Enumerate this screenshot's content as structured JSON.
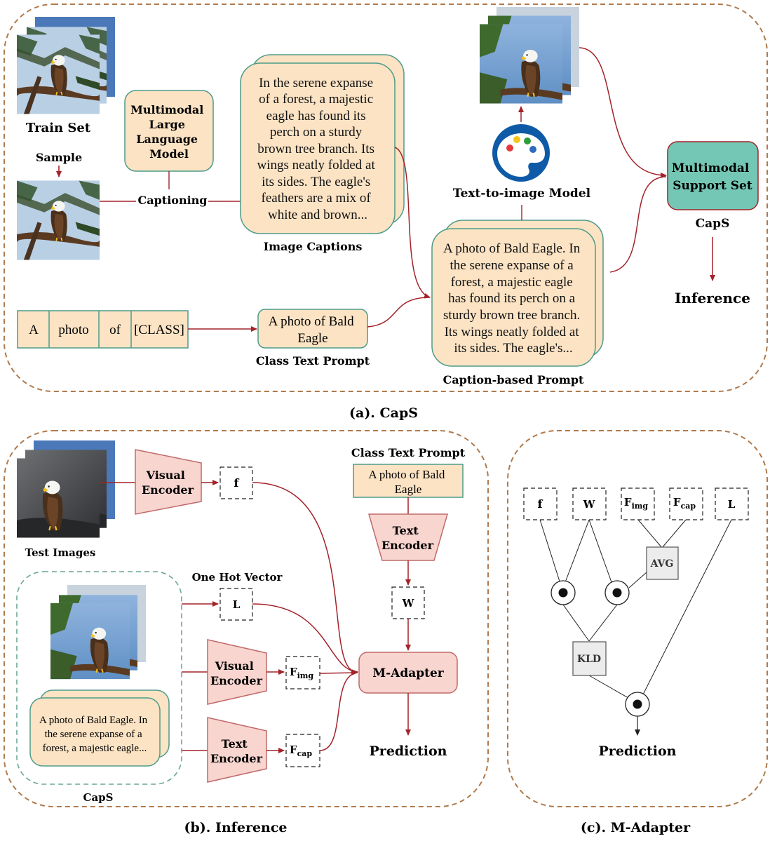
{
  "colors": {
    "dashed_frame": "#b07a4c",
    "arrow": "#a3232a",
    "peach_fill": "#fbe3c4",
    "teal_stroke": "#4d9c8a",
    "support_fill": "#74c7b4",
    "encoder_fill": "#f8d5cf",
    "encoder_stroke": "#c06a6a",
    "gray_box": "#ececec",
    "caps_dashed": "#6aa69a"
  },
  "panel_a": {
    "caption": "(a). CapS",
    "train_set": "Train Set",
    "sample": "Sample",
    "mllm": [
      "Multimodal",
      "Large",
      "Language",
      "Model"
    ],
    "captioning": "Captioning",
    "image_caption_text": [
      "In the serene expanse",
      "of a forest, a majestic",
      "eagle has found its",
      "perch on a sturdy",
      "brown tree branch. Its",
      "wings neatly folded at",
      "its sides. The eagle's",
      "feathers are a mix of",
      "white and brown..."
    ],
    "image_captions_label": "Image Captions",
    "template_tokens": [
      "A",
      "photo",
      "of",
      "[CLASS]"
    ],
    "class_prompt_text": [
      "A photo of Bald",
      "Eagle"
    ],
    "class_text_prompt_label": "Class Text Prompt",
    "t2i_model": "Text-to-image Model",
    "caption_prompt_text": [
      "A photo of Bald Eagle. In",
      "the serene expanse of a",
      "forest, a majestic eagle",
      "has found its perch on a",
      "sturdy brown tree branch.",
      "Its wings neatly folded at",
      "its sides. The eagle's..."
    ],
    "caption_based_prompt_label": "Caption-based Prompt",
    "support_set": [
      "Multimodal",
      "Support Set"
    ],
    "caps": "CapS",
    "inference": "Inference"
  },
  "panel_b": {
    "caption": "(b). Inference",
    "test_images": "Test Images",
    "visual_encoder": [
      "Visual",
      "Encoder"
    ],
    "f": "f",
    "class_text_prompt_label": "Class Text Prompt",
    "class_prompt_text": [
      "A photo of Bald",
      "Eagle"
    ],
    "text_encoder": [
      "Text",
      "Encoder"
    ],
    "w": "W",
    "one_hot_vector": "One Hot Vector",
    "l": "L",
    "f_img": "F",
    "f_img_sub": "img",
    "f_cap": "F",
    "f_cap_sub": "cap",
    "caps_text": [
      "A photo of Bald Eagle. In",
      "the serene expanse of a",
      "forest, a majestic eagle..."
    ],
    "caps": "CapS",
    "m_adapter": "M-Adapter",
    "prediction": "Prediction"
  },
  "panel_c": {
    "caption": "(c). M-Adapter",
    "f": "f",
    "w": "W",
    "f_img": "F",
    "f_img_sub": "img",
    "f_cap": "F",
    "f_cap_sub": "cap",
    "l": "L",
    "avg": "AVG",
    "kld": "KLD",
    "prediction": "Prediction"
  }
}
